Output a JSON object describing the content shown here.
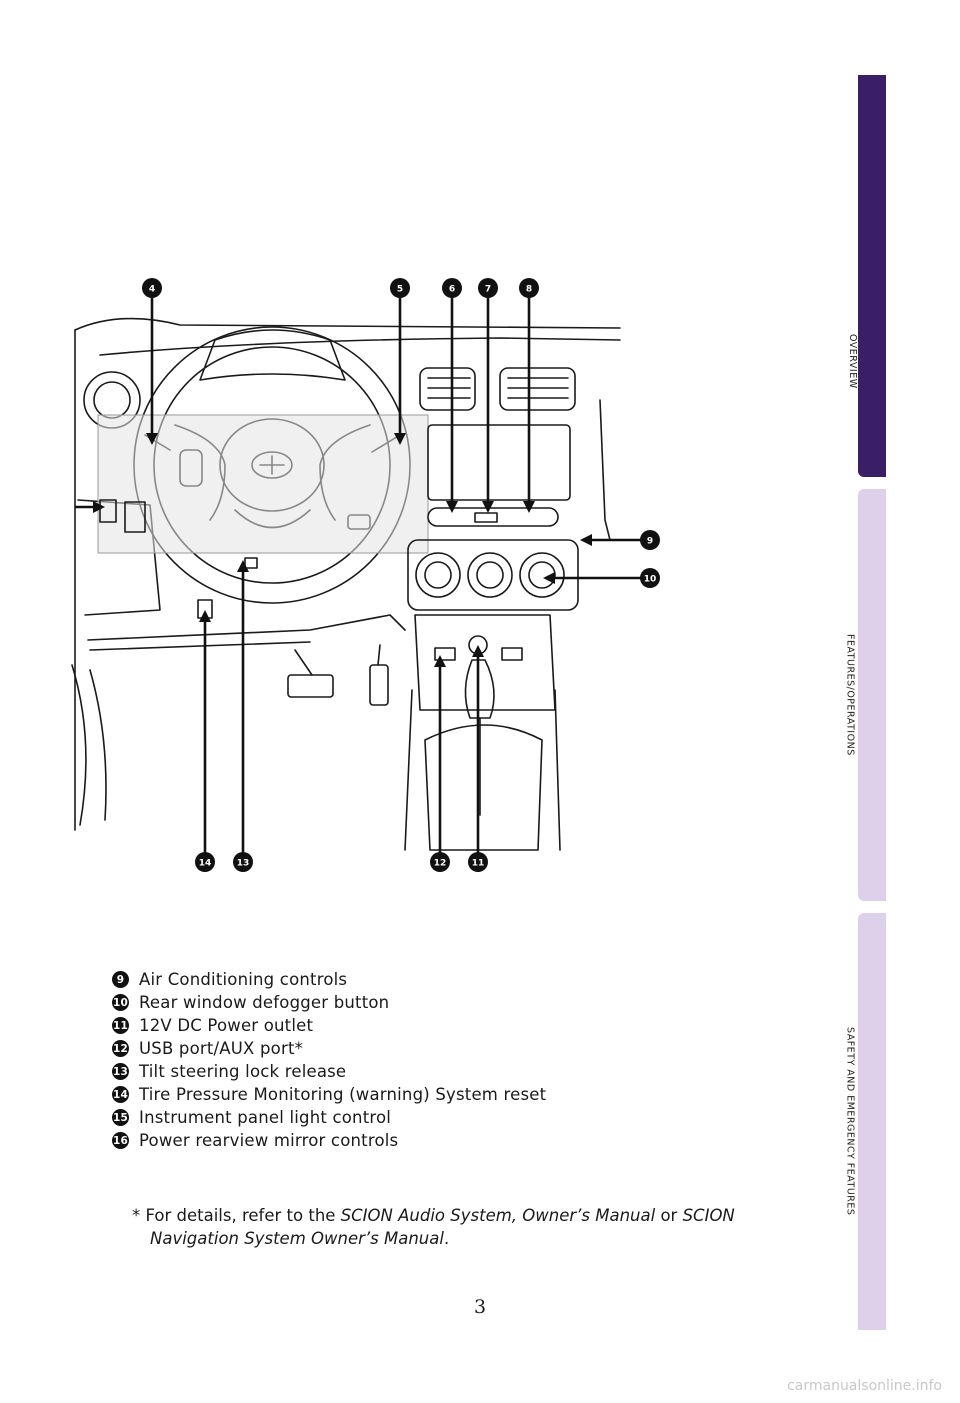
{
  "diagram": {
    "callouts_top": [
      "4",
      "5",
      "6",
      "7",
      "8"
    ],
    "callouts_right": [
      "9",
      "10"
    ],
    "callouts_bottom": [
      "14",
      "13",
      "12",
      "11"
    ]
  },
  "legend": [
    {
      "number": "9",
      "label": "Air Conditioning controls"
    },
    {
      "number": "10",
      "label": "Rear window defogger button"
    },
    {
      "number": "11",
      "label": "12V DC Power outlet"
    },
    {
      "number": "12",
      "label": "USB port/AUX port*"
    },
    {
      "number": "13",
      "label": "Tilt steering lock release"
    },
    {
      "number": "14",
      "label": "Tire Pressure Monitoring (warning) System reset"
    },
    {
      "number": "15",
      "label": "Instrument panel light control"
    },
    {
      "number": "16",
      "label": "Power rearview mirror controls"
    }
  ],
  "footnote": {
    "prefix": "* For details, refer to the ",
    "italic1": "SCION Audio System, Owner’s Manual",
    "middle": " or ",
    "italic2": "SCION",
    "line2": "Navigation System Owner’s Manual",
    "end": "."
  },
  "page_number": "3",
  "tabs": [
    {
      "label": "OVERVIEW",
      "color": "#3b1f66",
      "active": true
    },
    {
      "label": "FEATURES/OPERATIONS",
      "color": "#ddd0ea",
      "active": false
    },
    {
      "label": "SAFETY AND EMERGENCY FEATURES",
      "color": "#ddd0ea",
      "active": false
    }
  ],
  "watermark": "carmanualsonline.info"
}
